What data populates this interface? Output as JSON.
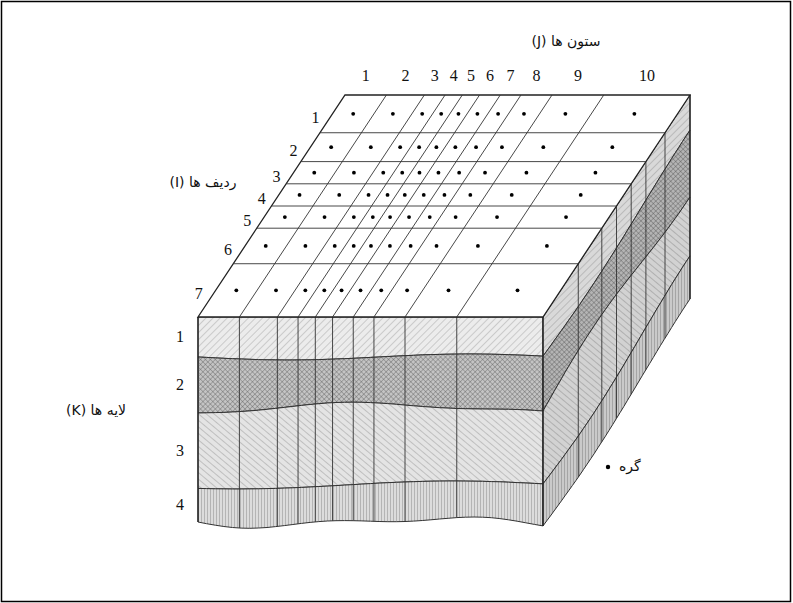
{
  "diagram": {
    "labels": [
      "ستون ها (J)",
      "1",
      "2",
      "3",
      "4",
      "5",
      "6",
      "7",
      "8",
      "9",
      "10",
      "ردیف ها (I)",
      "1",
      "2",
      "3",
      "4",
      "5",
      "6",
      "7",
      "1",
      "2",
      "3",
      "4",
      "لایه ها (K)"
    ],
    "legend": [
      {
        "text": "گره"
      }
    ]
  }
}
